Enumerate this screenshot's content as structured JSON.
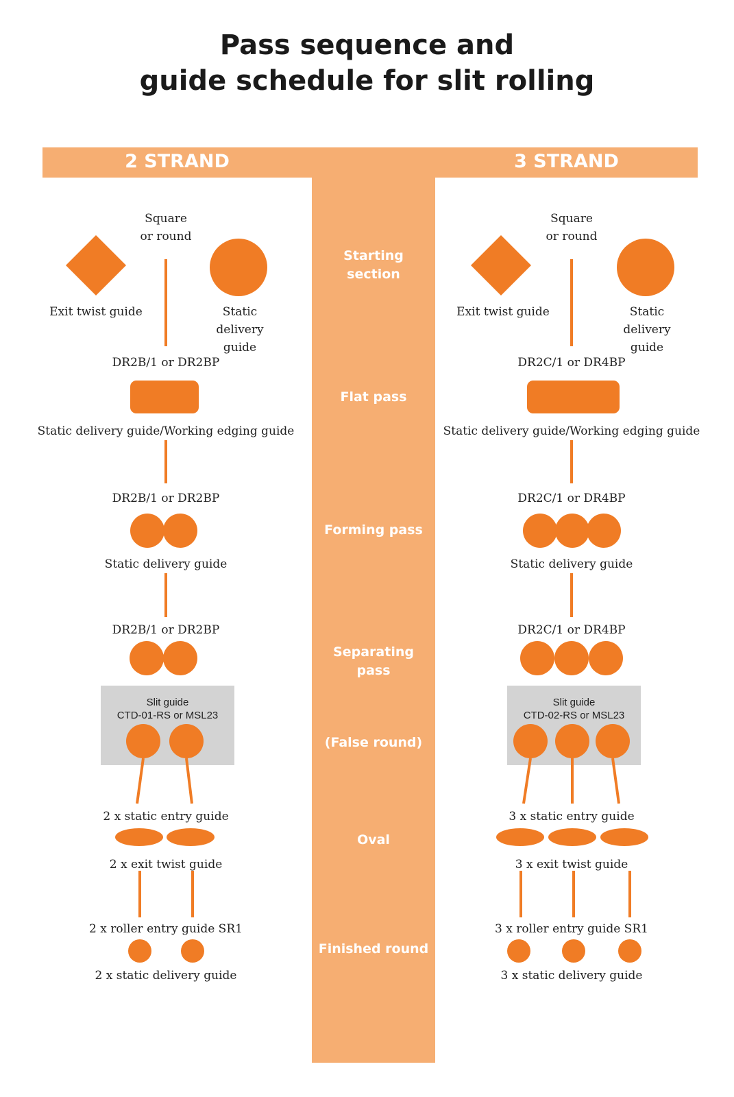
{
  "title": {
    "line1": "Pass sequence and",
    "line2": "guide schedule for slit rolling"
  },
  "headers": {
    "left": "2 STRAND",
    "right": "3 STRAND"
  },
  "stages": {
    "starting": "Starting section",
    "flat": "Flat pass",
    "forming": "Forming pass",
    "separating": "Separating pass",
    "false_round": "(False round)",
    "oval": "Oval",
    "finished": "Finished round"
  },
  "two_strand": {
    "square_round": "Square or round",
    "exit_twist": "Exit twist guide",
    "static_delivery": "Static delivery guide",
    "part1": "DR2B/1 or DR2BP",
    "flat_guide": "Static delivery guide/Working edging guide",
    "part2": "DR2B/1 or DR2BP",
    "forming_guide": "Static delivery guide",
    "part3": "DR2B/1 or DR2BP",
    "slit_title": "Slit guide",
    "slit_part": "CTD-01-RS or MSL23",
    "oval_entry": "2 x static entry guide",
    "oval_exit": "2 x exit twist guide",
    "roller_entry": "2 x roller entry guide SR1",
    "final_delivery": "2 x static delivery guide"
  },
  "three_strand": {
    "square_round": "Square or round",
    "exit_twist": "Exit twist guide",
    "static_delivery": "Static delivery guide",
    "part1": "DR2C/1 or DR4BP",
    "flat_guide": "Static delivery guide/Working edging guide",
    "part2": "DR2C/1 or DR4BP",
    "forming_guide": "Static delivery guide",
    "part3": "DR2C/1 or DR4BP",
    "slit_title": "Slit guide",
    "slit_part": "CTD-02-RS or MSL23",
    "oval_entry": "3 x static entry guide",
    "oval_exit": "3 x exit twist guide",
    "roller_entry": "3 x roller entry guide SR1",
    "final_delivery": "3 x static delivery guide"
  },
  "colors": {
    "shape": "#f07c25",
    "band": "#f6ae72",
    "slit_box": "#d3d3d3"
  }
}
